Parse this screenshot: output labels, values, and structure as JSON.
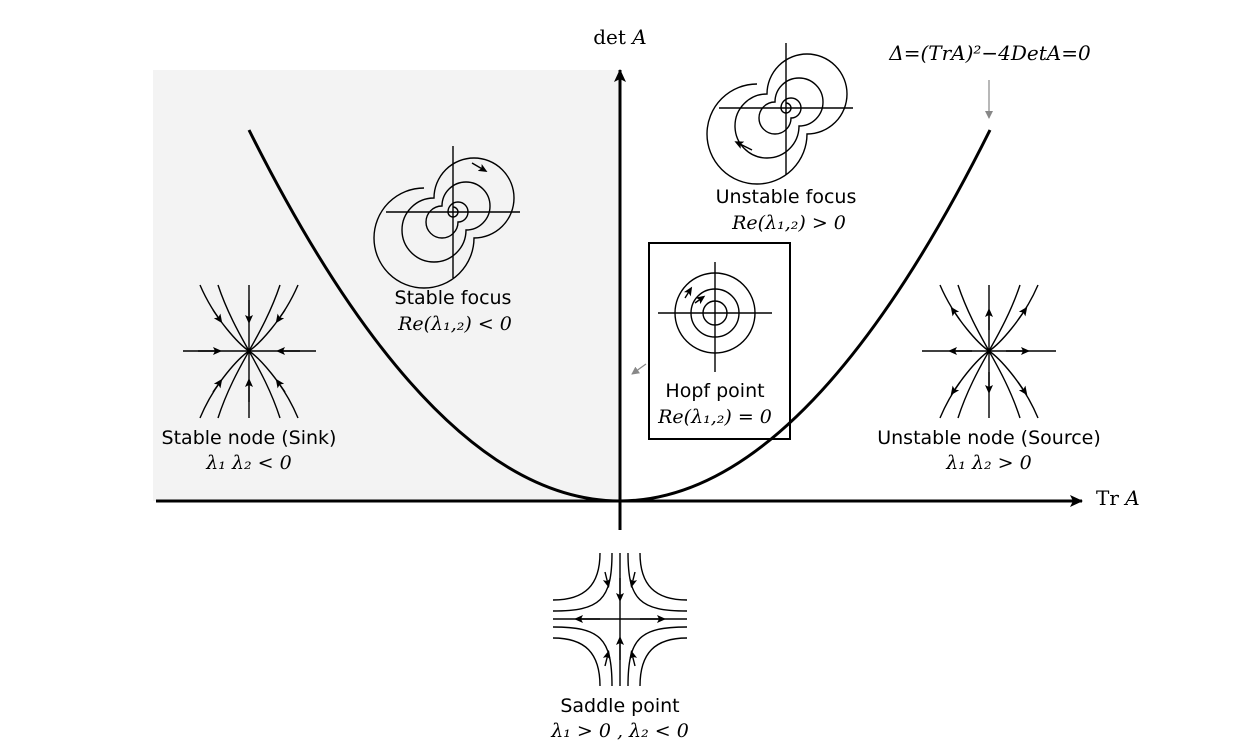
{
  "axes": {
    "y_label_prefix": "det ",
    "y_label_var": "A",
    "x_label_prefix": "Tr ",
    "x_label_var": "A"
  },
  "curve_label": "Δ=(TrA)²−4DetA=0",
  "regions": {
    "stable_node": {
      "title": "Stable node (Sink)",
      "condition": "λ₁ λ₂ < 0"
    },
    "stable_focus": {
      "title": "Stable focus",
      "condition": "Re(λ₁,₂) < 0"
    },
    "unstable_focus": {
      "title": "Unstable focus",
      "condition": "Re(λ₁,₂) > 0"
    },
    "hopf_point": {
      "title": "Hopf point",
      "condition": "Re(λ₁,₂) = 0"
    },
    "unstable_node": {
      "title": "Unstable node (Source)",
      "condition": "λ₁ λ₂ > 0"
    },
    "saddle_point": {
      "title": "Saddle point",
      "condition": "λ₁ > 0 , λ₂ < 0"
    }
  },
  "icons": [
    "stable-node-portrait-icon",
    "stable-focus-portrait-icon",
    "unstable-focus-portrait-icon",
    "hopf-portrait-icon",
    "unstable-node-portrait-icon",
    "saddle-portrait-icon"
  ],
  "colors": {
    "shaded_region": "#f3f3f3",
    "ink": "#000000",
    "pointer": "#888888"
  }
}
